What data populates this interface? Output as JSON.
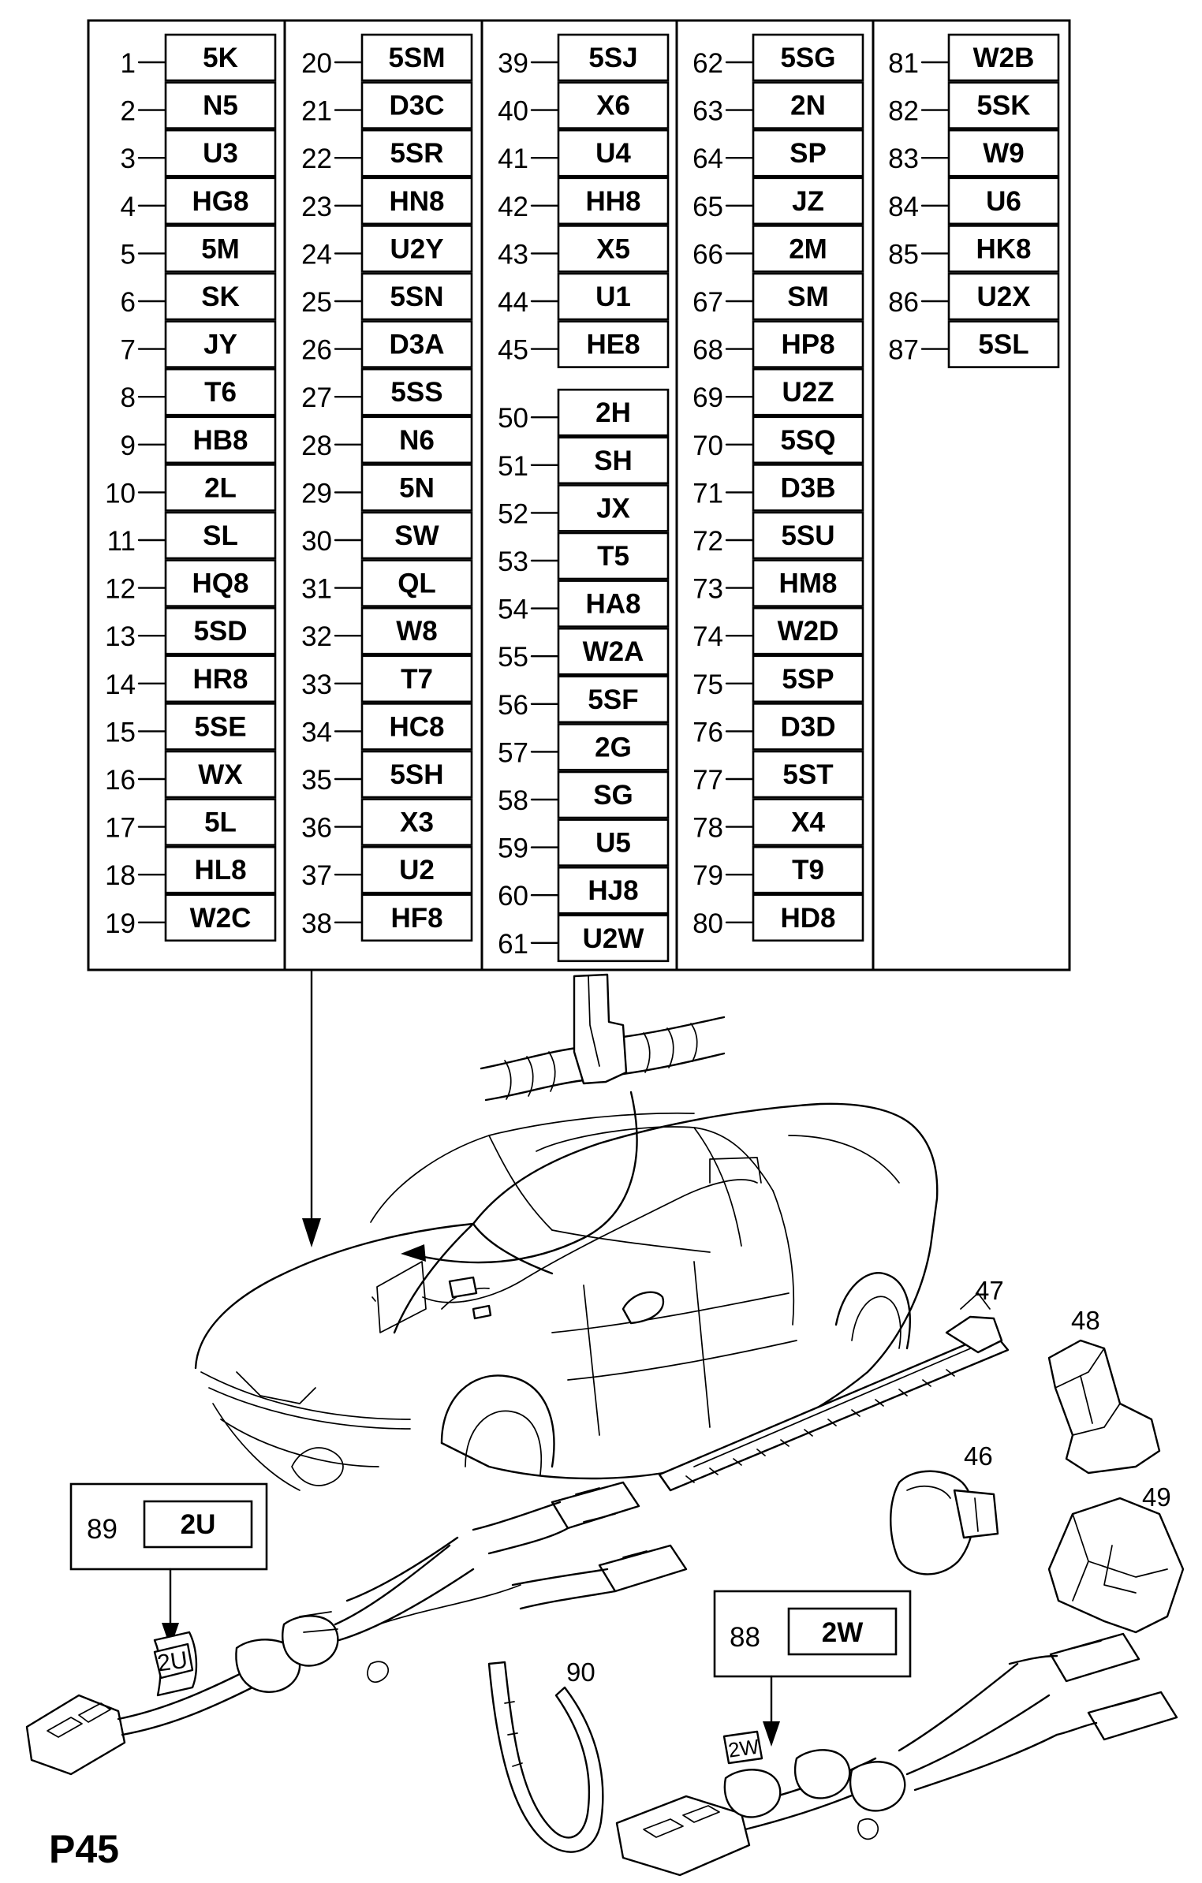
{
  "sheet_label": "P45",
  "columns": [
    {
      "items": [
        {
          "num": "1",
          "code": "5K"
        },
        {
          "num": "2",
          "code": "N5"
        },
        {
          "num": "3",
          "code": "U3"
        },
        {
          "num": "4",
          "code": "HG8"
        },
        {
          "num": "5",
          "code": "5M"
        },
        {
          "num": "6",
          "code": "SK"
        },
        {
          "num": "7",
          "code": "JY"
        },
        {
          "num": "8",
          "code": "T6"
        },
        {
          "num": "9",
          "code": "HB8"
        },
        {
          "num": "10",
          "code": "2L"
        },
        {
          "num": "11",
          "code": "SL"
        },
        {
          "num": "12",
          "code": "HQ8"
        },
        {
          "num": "13",
          "code": "5SD"
        },
        {
          "num": "14",
          "code": "HR8"
        },
        {
          "num": "15",
          "code": "5SE"
        },
        {
          "num": "16",
          "code": "WX"
        },
        {
          "num": "17",
          "code": "5L"
        },
        {
          "num": "18",
          "code": "HL8"
        },
        {
          "num": "19",
          "code": "W2C"
        }
      ]
    },
    {
      "items": [
        {
          "num": "20",
          "code": "5SM"
        },
        {
          "num": "21",
          "code": "D3C"
        },
        {
          "num": "22",
          "code": "5SR"
        },
        {
          "num": "23",
          "code": "HN8"
        },
        {
          "num": "24",
          "code": "U2Y"
        },
        {
          "num": "25",
          "code": "5SN"
        },
        {
          "num": "26",
          "code": "D3A"
        },
        {
          "num": "27",
          "code": "5SS"
        },
        {
          "num": "28",
          "code": "N6"
        },
        {
          "num": "29",
          "code": "5N"
        },
        {
          "num": "30",
          "code": "SW"
        },
        {
          "num": "31",
          "code": "QL"
        },
        {
          "num": "32",
          "code": "W8"
        },
        {
          "num": "33",
          "code": "T7"
        },
        {
          "num": "34",
          "code": "HC8"
        },
        {
          "num": "35",
          "code": "5SH"
        },
        {
          "num": "36",
          "code": "X3"
        },
        {
          "num": "37",
          "code": "U2"
        },
        {
          "num": "38",
          "code": "HF8"
        }
      ]
    },
    {
      "items": [
        {
          "num": "39",
          "code": "5SJ"
        },
        {
          "num": "40",
          "code": "X6"
        },
        {
          "num": "41",
          "code": "U4"
        },
        {
          "num": "42",
          "code": "HH8"
        },
        {
          "num": "43",
          "code": "X5"
        },
        {
          "num": "44",
          "code": "U1"
        },
        {
          "num": "45",
          "code": "HE8"
        },
        {
          "num": "50",
          "code": "2H"
        },
        {
          "num": "51",
          "code": "SH"
        },
        {
          "num": "52",
          "code": "JX"
        },
        {
          "num": "53",
          "code": "T5"
        },
        {
          "num": "54",
          "code": "HA8"
        },
        {
          "num": "55",
          "code": "W2A"
        },
        {
          "num": "56",
          "code": "5SF"
        },
        {
          "num": "57",
          "code": "2G"
        },
        {
          "num": "58",
          "code": "SG"
        },
        {
          "num": "59",
          "code": "U5"
        },
        {
          "num": "60",
          "code": "HJ8"
        },
        {
          "num": "61",
          "code": "U2W"
        }
      ]
    },
    {
      "items": [
        {
          "num": "62",
          "code": "5SG"
        },
        {
          "num": "63",
          "code": "2N"
        },
        {
          "num": "64",
          "code": "SP"
        },
        {
          "num": "65",
          "code": "JZ"
        },
        {
          "num": "66",
          "code": "2M"
        },
        {
          "num": "67",
          "code": "SM"
        },
        {
          "num": "68",
          "code": "HP8"
        },
        {
          "num": "69",
          "code": "U2Z"
        },
        {
          "num": "70",
          "code": "5SQ"
        },
        {
          "num": "71",
          "code": "D3B"
        },
        {
          "num": "72",
          "code": "5SU"
        },
        {
          "num": "73",
          "code": "HM8"
        },
        {
          "num": "74",
          "code": "W2D"
        },
        {
          "num": "75",
          "code": "5SP"
        },
        {
          "num": "76",
          "code": "D3D"
        },
        {
          "num": "77",
          "code": "5ST"
        },
        {
          "num": "78",
          "code": "X4"
        },
        {
          "num": "79",
          "code": "T9"
        },
        {
          "num": "80",
          "code": "HD8"
        }
      ]
    },
    {
      "items": [
        {
          "num": "81",
          "code": "W2B"
        },
        {
          "num": "82",
          "code": "5SK"
        },
        {
          "num": "83",
          "code": "W9"
        },
        {
          "num": "84",
          "code": "U6"
        },
        {
          "num": "85",
          "code": "HK8"
        },
        {
          "num": "86",
          "code": "U2X"
        },
        {
          "num": "87",
          "code": "5SL"
        }
      ]
    }
  ],
  "callouts": {
    "c46": "46",
    "c47": "47",
    "c48": "48",
    "c49": "49",
    "c90": "90",
    "c88_num": "88",
    "c88_code": "2W",
    "c89_num": "89",
    "c89_code": "2U",
    "tag_2u": "2U",
    "tag_2w": "2W"
  }
}
